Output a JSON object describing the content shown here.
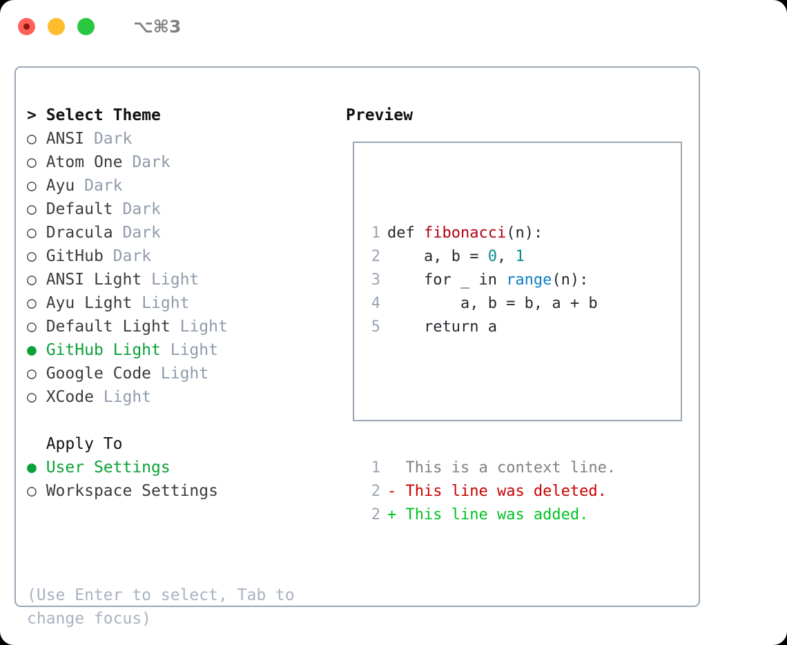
{
  "titlebar": {
    "lights": [
      {
        "name": "close-button",
        "color": "#ff6058"
      },
      {
        "name": "minimize-button",
        "color": "#ffbd2e"
      },
      {
        "name": "zoom-button",
        "color": "#28c840"
      }
    ],
    "shortcut": "⌥⌘3"
  },
  "theme_section": {
    "header": "> Select Theme",
    "items": [
      {
        "bullet": "○",
        "label": "ANSI",
        "variant": "Dark",
        "selected": false
      },
      {
        "bullet": "○",
        "label": "Atom One",
        "variant": "Dark",
        "selected": false
      },
      {
        "bullet": "○",
        "label": "Ayu",
        "variant": "Dark",
        "selected": false
      },
      {
        "bullet": "○",
        "label": "Default",
        "variant": "Dark",
        "selected": false
      },
      {
        "bullet": "○",
        "label": "Dracula",
        "variant": "Dark",
        "selected": false
      },
      {
        "bullet": "○",
        "label": "GitHub",
        "variant": "Dark",
        "selected": false
      },
      {
        "bullet": "○",
        "label": "ANSI Light",
        "variant": "Light",
        "selected": false
      },
      {
        "bullet": "○",
        "label": "Ayu Light",
        "variant": "Light",
        "selected": false
      },
      {
        "bullet": "○",
        "label": "Default Light",
        "variant": "Light",
        "selected": false
      },
      {
        "bullet": "●",
        "label": "GitHub Light",
        "variant": "Light",
        "selected": true
      },
      {
        "bullet": "○",
        "label": "Google Code",
        "variant": "Light",
        "selected": false
      },
      {
        "bullet": "○",
        "label": "XCode",
        "variant": "Light",
        "selected": false
      }
    ]
  },
  "apply_section": {
    "header": "  Apply To",
    "items": [
      {
        "bullet": "●",
        "label": "User Settings",
        "selected": true
      },
      {
        "bullet": "○",
        "label": "Workspace Settings",
        "selected": false
      }
    ]
  },
  "hint": "(Use Enter to select, Tab to change focus)",
  "preview": {
    "title": "Preview",
    "code_lines": [
      {
        "num": "1",
        "tokens": [
          {
            "text": "def ",
            "cls": "tok-plain"
          },
          {
            "text": "fibonacci",
            "cls": "tok-fn"
          },
          {
            "text": "(n):",
            "cls": "tok-plain"
          }
        ]
      },
      {
        "num": "2",
        "tokens": [
          {
            "text": "    a, b = ",
            "cls": "tok-plain"
          },
          {
            "text": "0",
            "cls": "tok-num"
          },
          {
            "text": ", ",
            "cls": "tok-plain"
          },
          {
            "text": "1",
            "cls": "tok-num"
          }
        ]
      },
      {
        "num": "3",
        "tokens": [
          {
            "text": "    for _ in ",
            "cls": "tok-plain"
          },
          {
            "text": "range",
            "cls": "tok-call"
          },
          {
            "text": "(n):",
            "cls": "tok-plain"
          }
        ]
      },
      {
        "num": "4",
        "tokens": [
          {
            "text": "        a, b = b, a + b",
            "cls": "tok-plain"
          }
        ]
      },
      {
        "num": "5",
        "tokens": [
          {
            "text": "    return a",
            "cls": "tok-plain"
          }
        ]
      }
    ],
    "diff_lines": [
      {
        "num": "1",
        "marker": "  ",
        "text": "This is a context line.",
        "cls": "diff-ctx"
      },
      {
        "num": "2",
        "marker": "- ",
        "text": "This line was deleted.",
        "cls": "diff-del"
      },
      {
        "num": "2",
        "marker": "+ ",
        "text": "This line was added.",
        "cls": "diff-add"
      }
    ]
  },
  "colors": {
    "accent_green": "#0ba038",
    "muted": "#8f9bab",
    "border": "#9aa5b1",
    "diff_add": "#00c223",
    "diff_del": "#c80000"
  }
}
